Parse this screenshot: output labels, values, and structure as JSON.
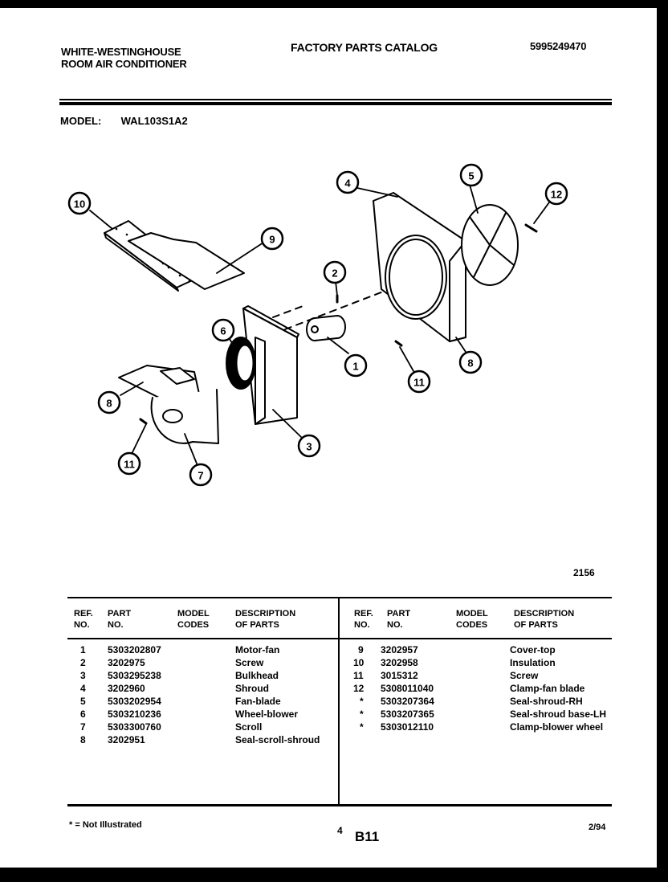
{
  "header": {
    "brand_line1": "WHITE-WESTINGHOUSE",
    "brand_line2": "ROOM AIR CONDITIONER",
    "catalog_title": "FACTORY PARTS CATALOG",
    "catalog_number": "5995249470",
    "model_label": "MODEL:",
    "model_value": "WAL103S1A2"
  },
  "diagram": {
    "figure_number": "2156",
    "callouts": [
      "1",
      "2",
      "3",
      "4",
      "5",
      "6",
      "7",
      "8",
      "9",
      "10",
      "11",
      "12"
    ]
  },
  "table": {
    "headers": {
      "ref_no": [
        "REF.",
        "NO."
      ],
      "part_no": [
        "PART",
        "NO."
      ],
      "model_codes": [
        "MODEL",
        "CODES"
      ],
      "description": [
        "DESCRIPTION",
        "OF PARTS"
      ]
    },
    "left_rows": [
      {
        "ref": "1",
        "part": "5303202807",
        "codes": "",
        "desc": "Motor-fan"
      },
      {
        "ref": "2",
        "part": "3202975",
        "codes": "",
        "desc": "Screw"
      },
      {
        "ref": "3",
        "part": "5303295238",
        "codes": "",
        "desc": "Bulkhead"
      },
      {
        "ref": "4",
        "part": "3202960",
        "codes": "",
        "desc": "Shroud"
      },
      {
        "ref": "5",
        "part": "5303202954",
        "codes": "",
        "desc": "Fan-blade"
      },
      {
        "ref": "6",
        "part": "5303210236",
        "codes": "",
        "desc": "Wheel-blower"
      },
      {
        "ref": "7",
        "part": "5303300760",
        "codes": "",
        "desc": "Scroll"
      },
      {
        "ref": "8",
        "part": "3202951",
        "codes": "",
        "desc": "Seal-scroll-shroud"
      }
    ],
    "right_rows": [
      {
        "ref": "9",
        "part": "3202957",
        "codes": "",
        "desc": "Cover-top"
      },
      {
        "ref": "10",
        "part": "3202958",
        "codes": "",
        "desc": "Insulation"
      },
      {
        "ref": "11",
        "part": "3015312",
        "codes": "",
        "desc": "Screw"
      },
      {
        "ref": "12",
        "part": "5308011040",
        "codes": "",
        "desc": "Clamp-fan blade"
      },
      {
        "ref": "*",
        "part": "5303207364",
        "codes": "",
        "desc": "Seal-shroud-RH"
      },
      {
        "ref": "*",
        "part": "5303207365",
        "codes": "",
        "desc": "Seal-shroud base-LH"
      },
      {
        "ref": "*",
        "part": "5303012110",
        "codes": "",
        "desc": "Clamp-blower wheel"
      }
    ]
  },
  "footer": {
    "legend": "* = Not Illustrated",
    "page_number": "4",
    "section": "B11",
    "date": "2/94"
  }
}
